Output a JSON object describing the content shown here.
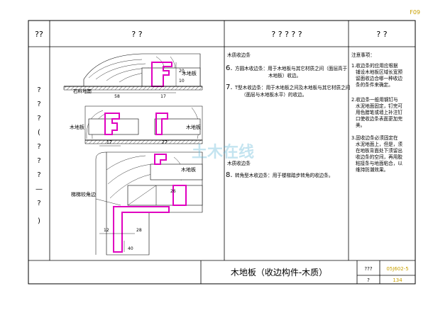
{
  "sheet": {
    "page_code": "F09",
    "header": {
      "col1": "??",
      "col2": "? ?",
      "col3": "? ? ? ? ?",
      "col4": "? ?"
    },
    "left_column_chars": [
      "?",
      "?",
      "?",
      "(",
      "?",
      "?",
      "?",
      "—",
      "?",
      ")"
    ],
    "title": "木地板（收边构件-木质）",
    "tb_label1": "???",
    "tb_code": "05J602-5",
    "tb_label2": "?",
    "tb_page": "134",
    "watermark": "土木在线"
  },
  "drawing": {
    "labels": {
      "wood_floor_top": "木地板",
      "stone_floor": "石料地面",
      "dim_58": "58",
      "dim_17_top": "17",
      "dim_20": "20",
      "dim_10": "10",
      "wood_floor_mid_left": "木地板",
      "wood_floor_mid_right": "木地板",
      "dim_17_mid": "17",
      "dim_27": "27",
      "wood_floor_bottom": "木地板",
      "stair_edge": "梯梯较角边",
      "dim_26": "26",
      "dim_12": "12",
      "dim_28": "28",
      "dim_40": "40"
    }
  },
  "description": {
    "group1_title": "木质收边条",
    "item6_num": "6.",
    "item6_l1": "方圆木收边条：用于木地板与其它材质之间（面层高于",
    "item6_l2": "木地板）收边。",
    "item7_num": "7.",
    "item7_l1": "T型木收边条：用于木地板之间及木地板与其它材质之间",
    "item7_l2": "（面层与木地板水平）的收边。",
    "group2_title": "木质收边条",
    "item8_num": "8.",
    "item8_l1": "转角型木收边条：用于楼梯踏步转角的收边条。"
  },
  "notes": {
    "title": "注意事项：",
    "n1": [
      "1.收边条的应用应根据",
      "铺设木地板区域长宽预",
      "留面收边合哪一种收边",
      "条的条件来确定。"
    ],
    "n2": [
      "2.收边条一般用钢钉与",
      "水泥地面固定，钉完可",
      "用色腊笔或墙上补注钉",
      "口使收边条表面更加完",
      "美。"
    ],
    "n3": [
      "3.固收边条必须固定在",
      "水泥地面上，但是，须",
      "在地板背面处下须留出",
      "收边条的空间，再用胶",
      "粘接条与地面粘合，以",
      "维持防潮效果。"
    ]
  }
}
